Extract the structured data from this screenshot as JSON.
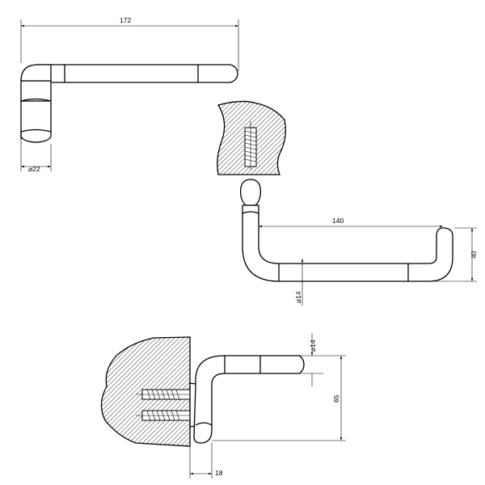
{
  "top_view": {
    "dim_length": "172",
    "dim_diameter": "⌀22"
  },
  "side_view": {
    "dim_length": "140",
    "dim_height": "40",
    "dim_diameter": "⌀14"
  },
  "bottom_view": {
    "dim_diameter": "⌀14",
    "dim_height": "65",
    "dim_offset": "18"
  }
}
